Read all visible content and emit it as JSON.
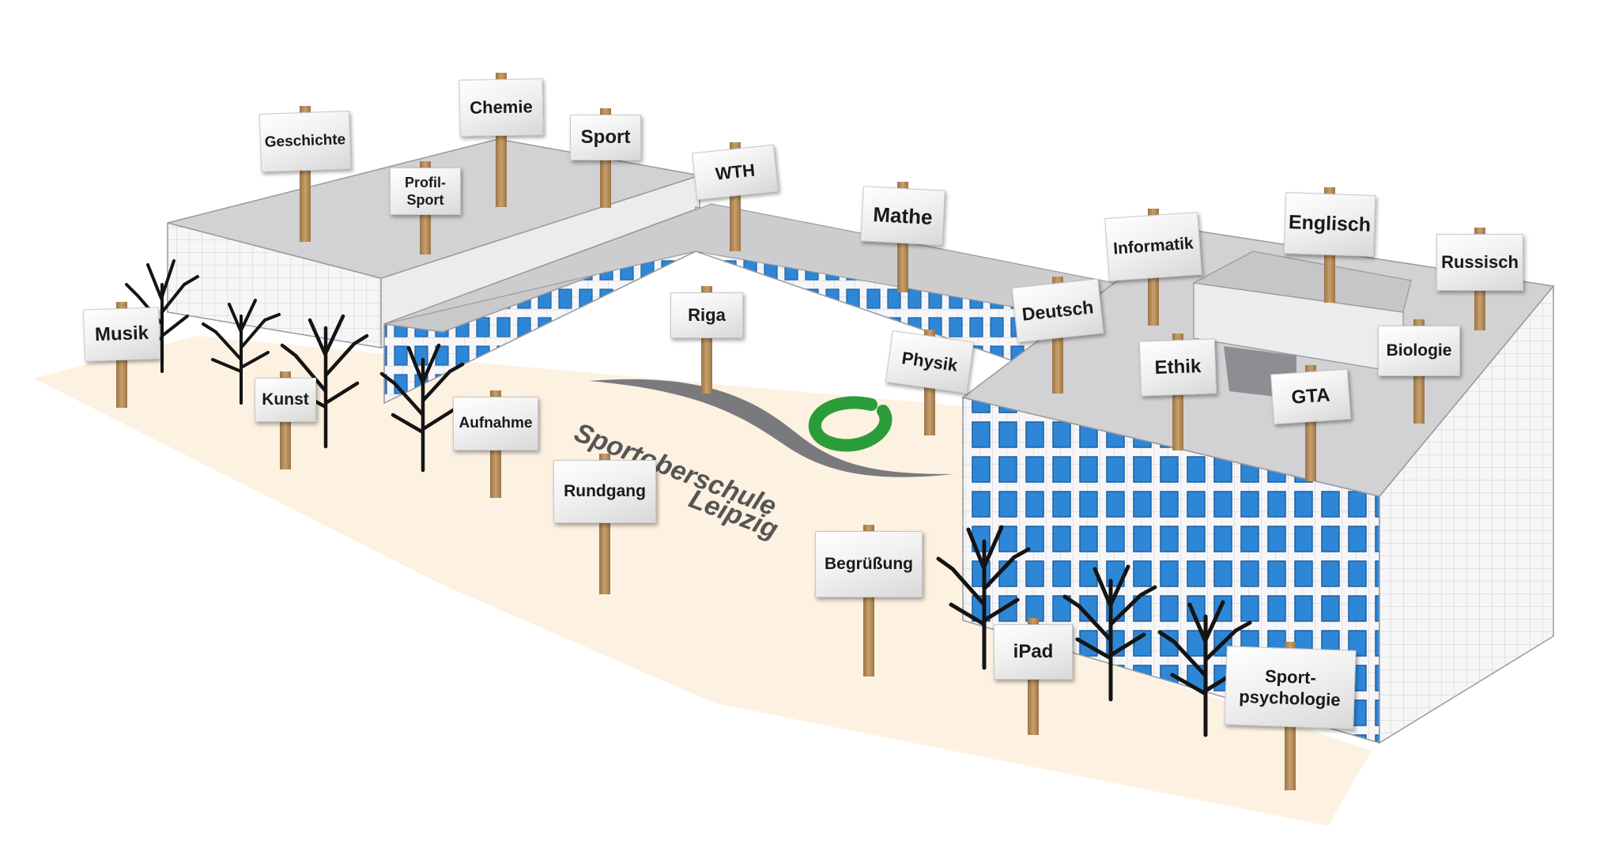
{
  "logo": {
    "line1": "Sportoberschule",
    "line2": "Leipzig",
    "accent_color": "#2a9d3a"
  },
  "signs": [
    {
      "id": "geschichte",
      "label": "Geschichte"
    },
    {
      "id": "chemie",
      "label": "Chemie"
    },
    {
      "id": "sport",
      "label": "Sport"
    },
    {
      "id": "profil-sport",
      "label": "Profil-\nSport"
    },
    {
      "id": "wth",
      "label": "WTH"
    },
    {
      "id": "mathe",
      "label": "Mathe"
    },
    {
      "id": "informatik",
      "label": "Informatik"
    },
    {
      "id": "englisch",
      "label": "Englisch"
    },
    {
      "id": "russisch",
      "label": "Russisch"
    },
    {
      "id": "musik",
      "label": "Musik"
    },
    {
      "id": "riga",
      "label": "Riga"
    },
    {
      "id": "deutsch",
      "label": "Deutsch"
    },
    {
      "id": "biologie",
      "label": "Biologie"
    },
    {
      "id": "physik",
      "label": "Physik"
    },
    {
      "id": "ethik",
      "label": "Ethik"
    },
    {
      "id": "kunst",
      "label": "Kunst"
    },
    {
      "id": "gta",
      "label": "GTA"
    },
    {
      "id": "aufnahme",
      "label": "Aufnahme"
    },
    {
      "id": "rundgang",
      "label": "Rundgang"
    },
    {
      "id": "begruessung",
      "label": "Begrüßung"
    },
    {
      "id": "ipad",
      "label": "iPad"
    },
    {
      "id": "sportpsychologie",
      "label": "Sport-\npsychologie"
    }
  ],
  "colors": {
    "ground": "#fdf1e1",
    "roof": "#d2d2d4",
    "wall": "#f4f4f6",
    "window": "#2e86d6",
    "tree": "#141414"
  }
}
